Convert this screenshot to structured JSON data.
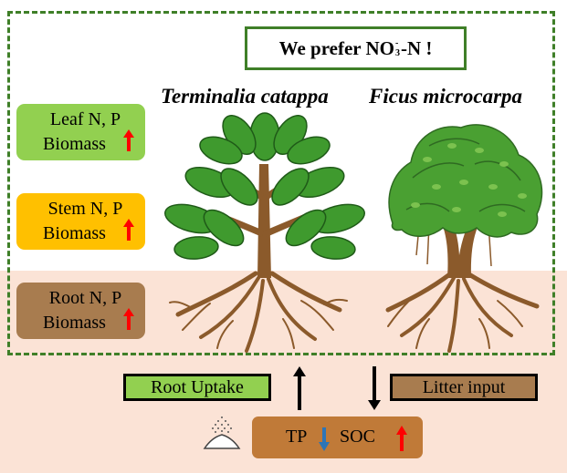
{
  "headline": {
    "text": "We prefer NO",
    "sub": "3",
    "sup": "-",
    "tail": "-N !"
  },
  "species": {
    "left": "Terminalia catappa",
    "right": "Ficus microcarpa"
  },
  "organs": {
    "leaf": {
      "line1": "Leaf N, P",
      "line2": "Biomass"
    },
    "stem": {
      "line1": "Stem N, P",
      "line2": "Biomass"
    },
    "root": {
      "line1": "Root N, P",
      "line2": "Biomass"
    }
  },
  "fluxes": {
    "uptake": "Root Uptake",
    "litter": "Litter input"
  },
  "soil_pool": {
    "tp": "TP",
    "soc": "SOC"
  },
  "trends": {
    "organs": "up",
    "tp": "down",
    "soc": "up"
  },
  "colors": {
    "frame": "#3f7f28",
    "leaf_box": "#92d050",
    "stem_box": "#ffc000",
    "root_box": "#a87c4f",
    "soil": "#fbe3d6",
    "pool": "#c07a38",
    "up_arrow": "#ff0000",
    "down_arrow": "#2e75b6"
  },
  "icons": [
    "up-arrow-icon",
    "down-arrow-icon",
    "soil-sand-icon",
    "tree-illustration"
  ]
}
